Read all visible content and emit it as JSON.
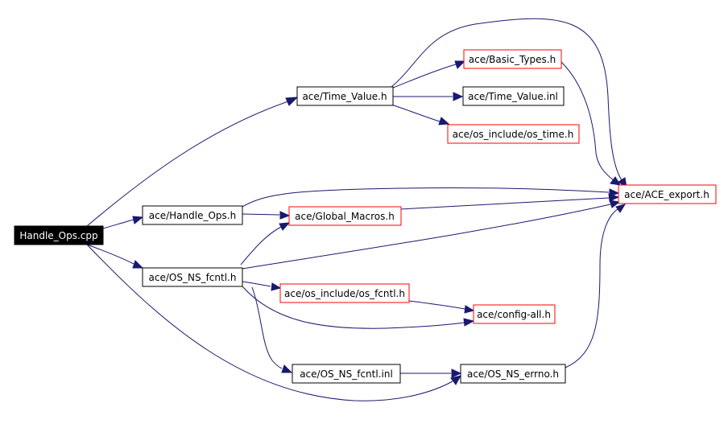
{
  "colors": {
    "edge": "#191970",
    "root_fill": "#000000",
    "root_text": "#ffffff",
    "node_border_plain": "#000000",
    "node_border_external": "#ff0000",
    "node_text": "#000000"
  },
  "nodes": {
    "handle_ops_cpp": {
      "label": "Handle_Ops.cpp",
      "style": "root"
    },
    "handle_ops_h": {
      "label": "ace/Handle_Ops.h",
      "style": "plain"
    },
    "os_ns_fcntl_h": {
      "label": "ace/OS_NS_fcntl.h",
      "style": "plain"
    },
    "time_value_h": {
      "label": "ace/Time_Value.h",
      "style": "plain"
    },
    "basic_types_h": {
      "label": "ace/Basic_Types.h",
      "style": "external"
    },
    "time_value_inl": {
      "label": "ace/Time_Value.inl",
      "style": "plain"
    },
    "os_time_h": {
      "label": "ace/os_include/os_time.h",
      "style": "external"
    },
    "ace_export_h": {
      "label": "ace/ACE_export.h",
      "style": "external"
    },
    "global_macros_h": {
      "label": "ace/Global_Macros.h",
      "style": "external"
    },
    "os_fcntl_h": {
      "label": "ace/os_include/os_fcntl.h",
      "style": "external"
    },
    "config_all_h": {
      "label": "ace/config-all.h",
      "style": "external"
    },
    "os_ns_fcntl_inl": {
      "label": "ace/OS_NS_fcntl.inl",
      "style": "plain"
    },
    "os_ns_errno_h": {
      "label": "ace/OS_NS_errno.h",
      "style": "plain"
    }
  }
}
